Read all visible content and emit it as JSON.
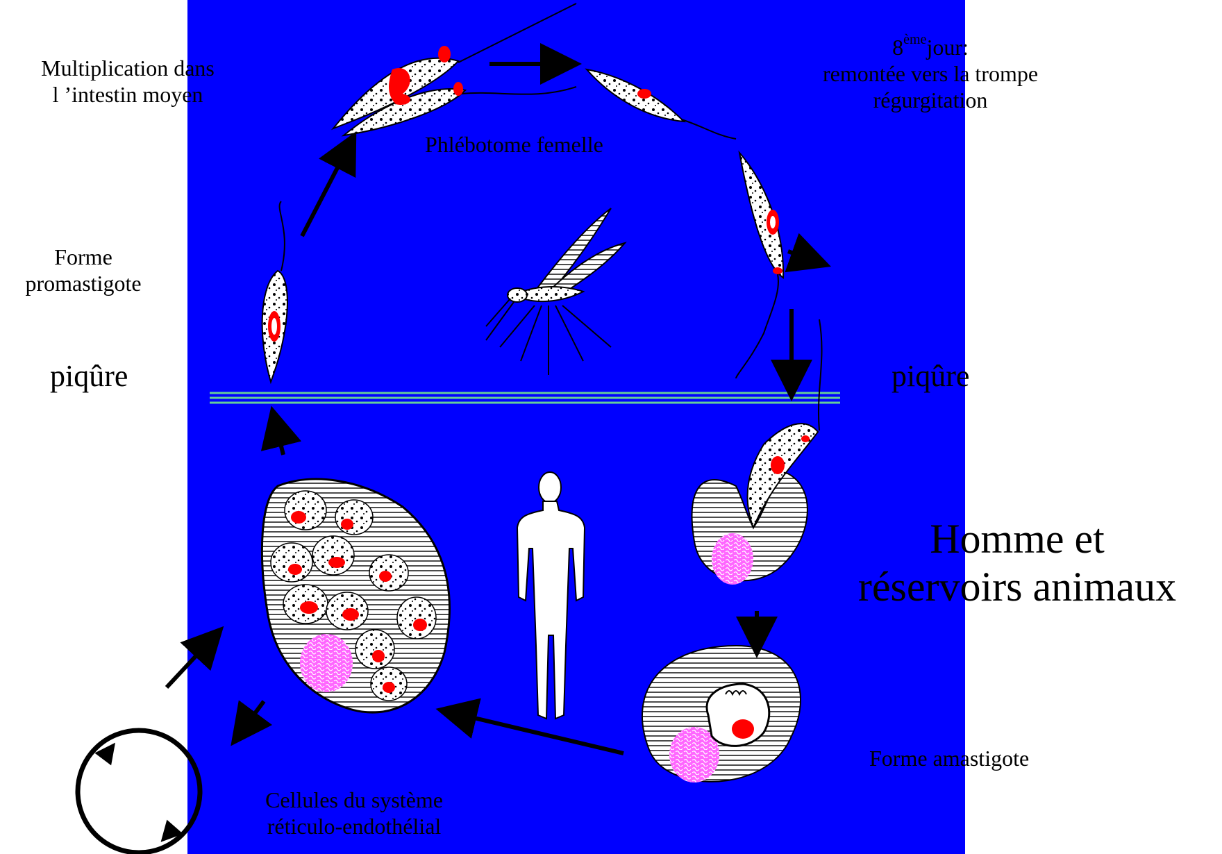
{
  "colors": {
    "panel": "#0000ff",
    "nucleus": "#ff0000",
    "host_nucleus": "#ff00ff",
    "skin_line": "#66cc99",
    "arrow": "#000000"
  },
  "labels": {
    "multiplication": [
      "Multiplication dans",
      "l ’intestin moyen"
    ],
    "day8_sup": "ème",
    "day8_num": "8",
    "day8_rest": "jour:",
    "day8_lines": [
      "remontée vers la trompe",
      "régurgitation"
    ],
    "vector": "Phlébotome femelle",
    "promastigote": [
      "Forme",
      "promastigote"
    ],
    "bite_left": "piqûre",
    "bite_right": "piqûre",
    "host": [
      "Homme et",
      "réservoirs animaux"
    ],
    "amastigote": "Forme amastigote",
    "cells": [
      "Cellules du système",
      "réticulo-endothélial"
    ]
  },
  "icons": [
    "promastigote-icon",
    "sandfly-icon",
    "human-figure-icon",
    "macrophage-icon",
    "cycle-arrow-icon"
  ]
}
